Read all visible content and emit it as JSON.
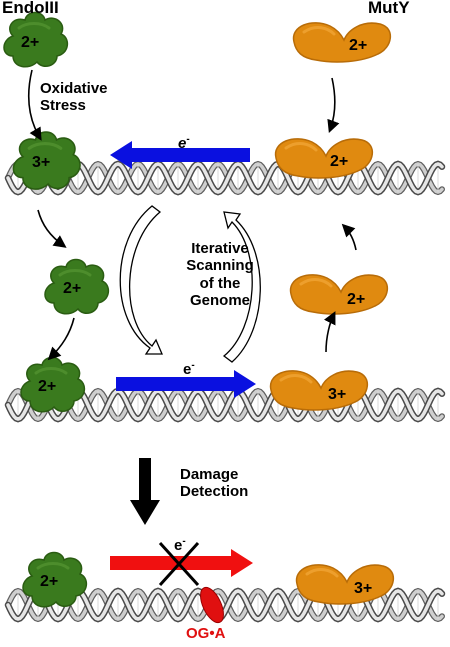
{
  "header": {
    "endo_label": "EndoIII",
    "muty_label": "MutY"
  },
  "annotations": {
    "oxidative_stress": "Oxidative\nStress",
    "iterative_scanning": "Iterative\nScanning\nof the\nGenome",
    "damage_detection": "Damage\nDetection",
    "lesion_label": "OG•A"
  },
  "electron_label": "e",
  "electron_sup": "-",
  "charges": {
    "endo_top": "2+",
    "endo_row1": "3+",
    "endo_mid": "2+",
    "endo_row2": "2+",
    "endo_row3": "2+",
    "muty_top": "2+",
    "muty_row1": "2+",
    "muty_mid": "2+",
    "muty_row2": "3+",
    "muty_row3": "3+"
  },
  "colors": {
    "endo": "#3a7a1e",
    "endo_dark": "#2a5c12",
    "muty": "#e08a10",
    "muty_dark": "#b86c08",
    "transfer_arrow": "#0a10e0",
    "blocked_arrow": "#f01010",
    "lesion": "#e01010",
    "dna": "#b8b8b8",
    "dna_dark": "#707070"
  }
}
